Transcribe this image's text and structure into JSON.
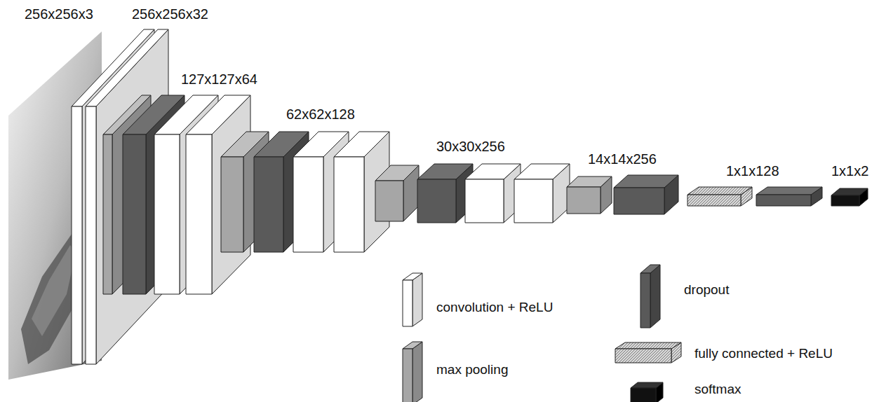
{
  "diagram": {
    "labels": [
      "256x256x3",
      "256x256x32",
      "127x127x64",
      "62x62x128",
      "30x30x256",
      "14x14x256",
      "1x1x128",
      "1x1x2"
    ],
    "legend": [
      {
        "text": "convolution + ReLU",
        "color": "#ffffff"
      },
      {
        "text": "max pooling",
        "color": "#a6a6a6"
      },
      {
        "text": "dropout",
        "color": "#595959"
      },
      {
        "text": "fully connected + ReLU"
      },
      {
        "text": "softmax",
        "color": "#111111"
      }
    ]
  }
}
